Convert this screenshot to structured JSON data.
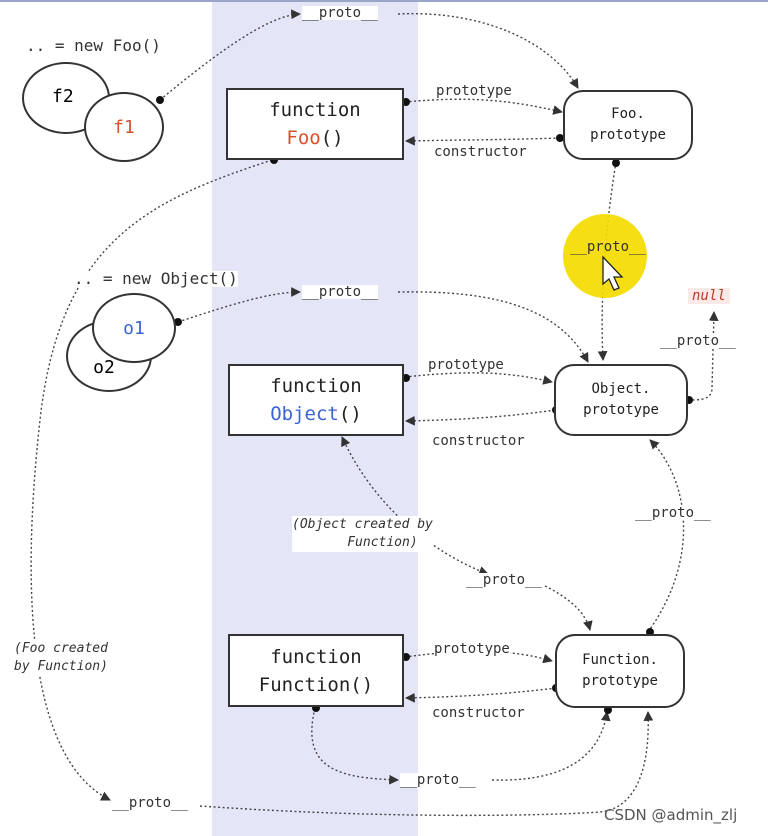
{
  "labels": {
    "new_foo": ".. = new Foo()",
    "new_object": ".. = new Object()",
    "proto": "__proto__",
    "prototype": "prototype",
    "constructor": "constructor",
    "null": "null",
    "object_created_by_function_line1": "(Object created by",
    "object_created_by_function_line2": "Function)",
    "foo_created_by_function_line1": "(Foo created",
    "foo_created_by_function_line2": "by Function)"
  },
  "instances": {
    "f1": "f1",
    "f2": "f2",
    "o1": "o1",
    "o2": "o2"
  },
  "functions": {
    "foo": {
      "keyword": "function",
      "name": "Foo()",
      "name_ident": "Foo",
      "name_parens": "()"
    },
    "object": {
      "keyword": "function",
      "name_ident": "Object",
      "name_parens": "()"
    },
    "function": {
      "keyword": "function",
      "name": "Function()"
    }
  },
  "prototypes": {
    "foo": {
      "line1": "Foo.",
      "line2": "prototype"
    },
    "object": {
      "line1": "Object.",
      "line2": "prototype"
    },
    "function": {
      "line1": "Function.",
      "line2": "prototype"
    }
  },
  "watermark": "CSDN @admin_zlj",
  "colors": {
    "band": "#e4e6f8",
    "foo_name": "#d9502f",
    "object_name": "#3a63d4",
    "o1": "#3a63d4",
    "f1": "#d9502f",
    "null": "#c0392b",
    "cursor_highlight": "#f4dc00"
  }
}
